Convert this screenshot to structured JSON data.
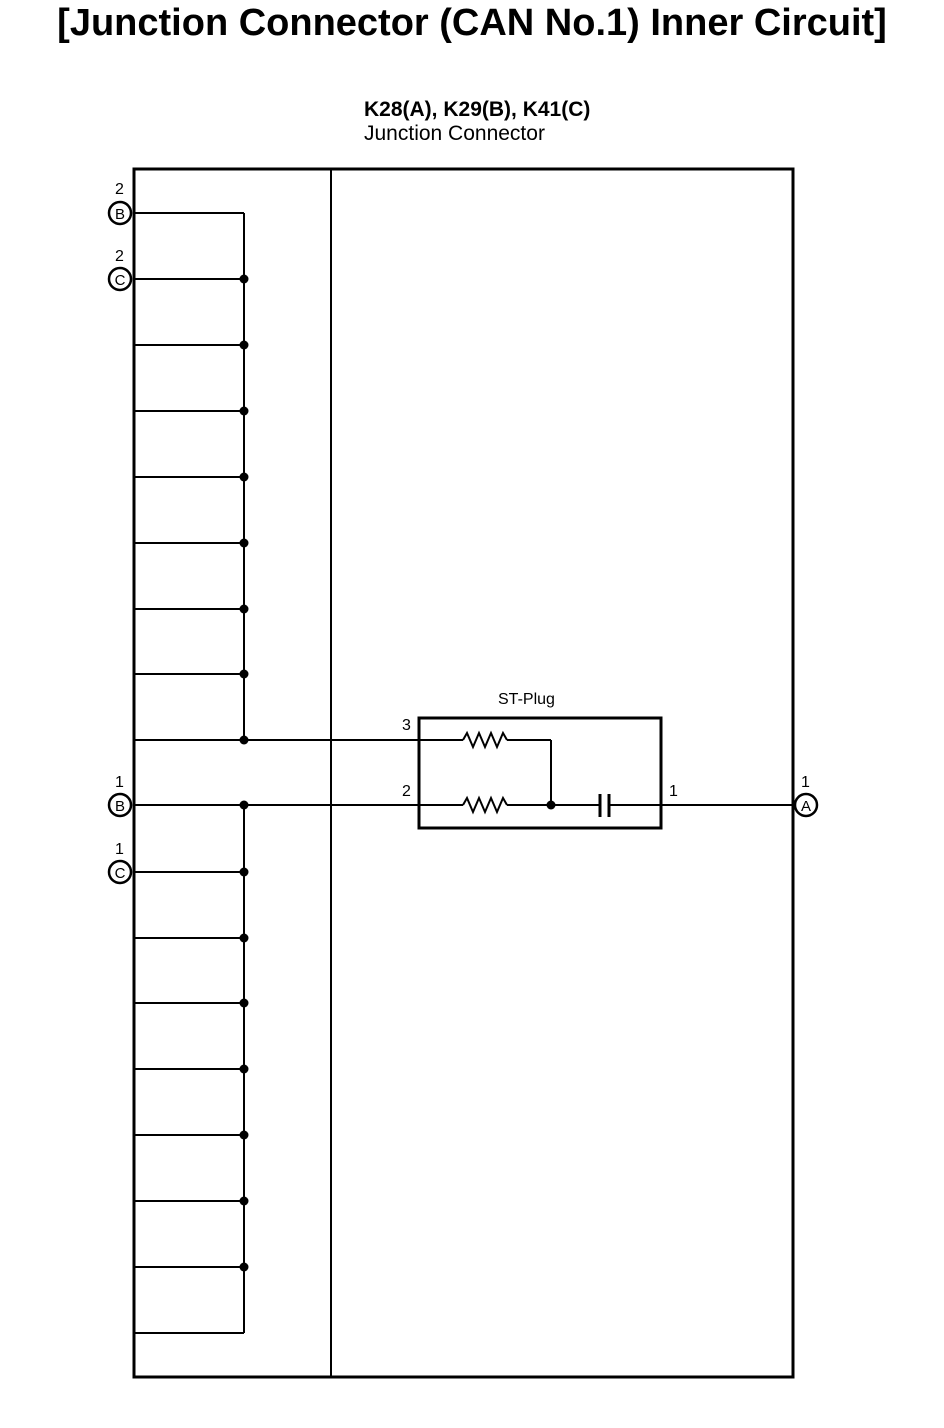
{
  "title": "[Junction Connector (CAN No.1) Inner Circuit]",
  "connector": {
    "ids": "K28(A), K29(B), K41(C)",
    "name": "Junction Connector"
  },
  "plug": {
    "label": "ST-Plug",
    "pin_3": "3",
    "pin_2": "2",
    "pin_1": "1"
  },
  "terminals": {
    "b2": {
      "letter": "B",
      "pin": "2"
    },
    "c2": {
      "letter": "C",
      "pin": "2"
    },
    "b1": {
      "letter": "B",
      "pin": "1"
    },
    "c1": {
      "letter": "C",
      "pin": "1"
    },
    "a1": {
      "letter": "A",
      "pin": "1"
    }
  }
}
